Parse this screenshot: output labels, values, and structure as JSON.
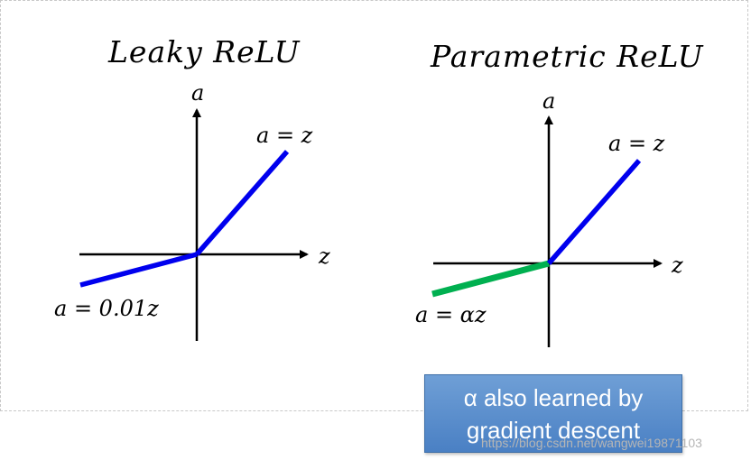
{
  "left_panel": {
    "title": "Leaky ReLU",
    "y_axis_label": "a",
    "x_axis_label": "z",
    "positive_label": "a = z",
    "negative_label": "a = 0.01z"
  },
  "right_panel": {
    "title": "Parametric ReLU",
    "y_axis_label": "a",
    "x_axis_label": "z",
    "positive_label": "a = z",
    "negative_label": "a = αz"
  },
  "callout": {
    "line1": "α also learned by",
    "line2": "gradient descent"
  },
  "watermark": "https://blog.csdn.net/wangwei19871103",
  "colors": {
    "positive_line": "#0000ee",
    "negative_line_left": "#0000ee",
    "negative_line_right": "#00b050",
    "callout_fill": "#5b8fcf"
  }
}
